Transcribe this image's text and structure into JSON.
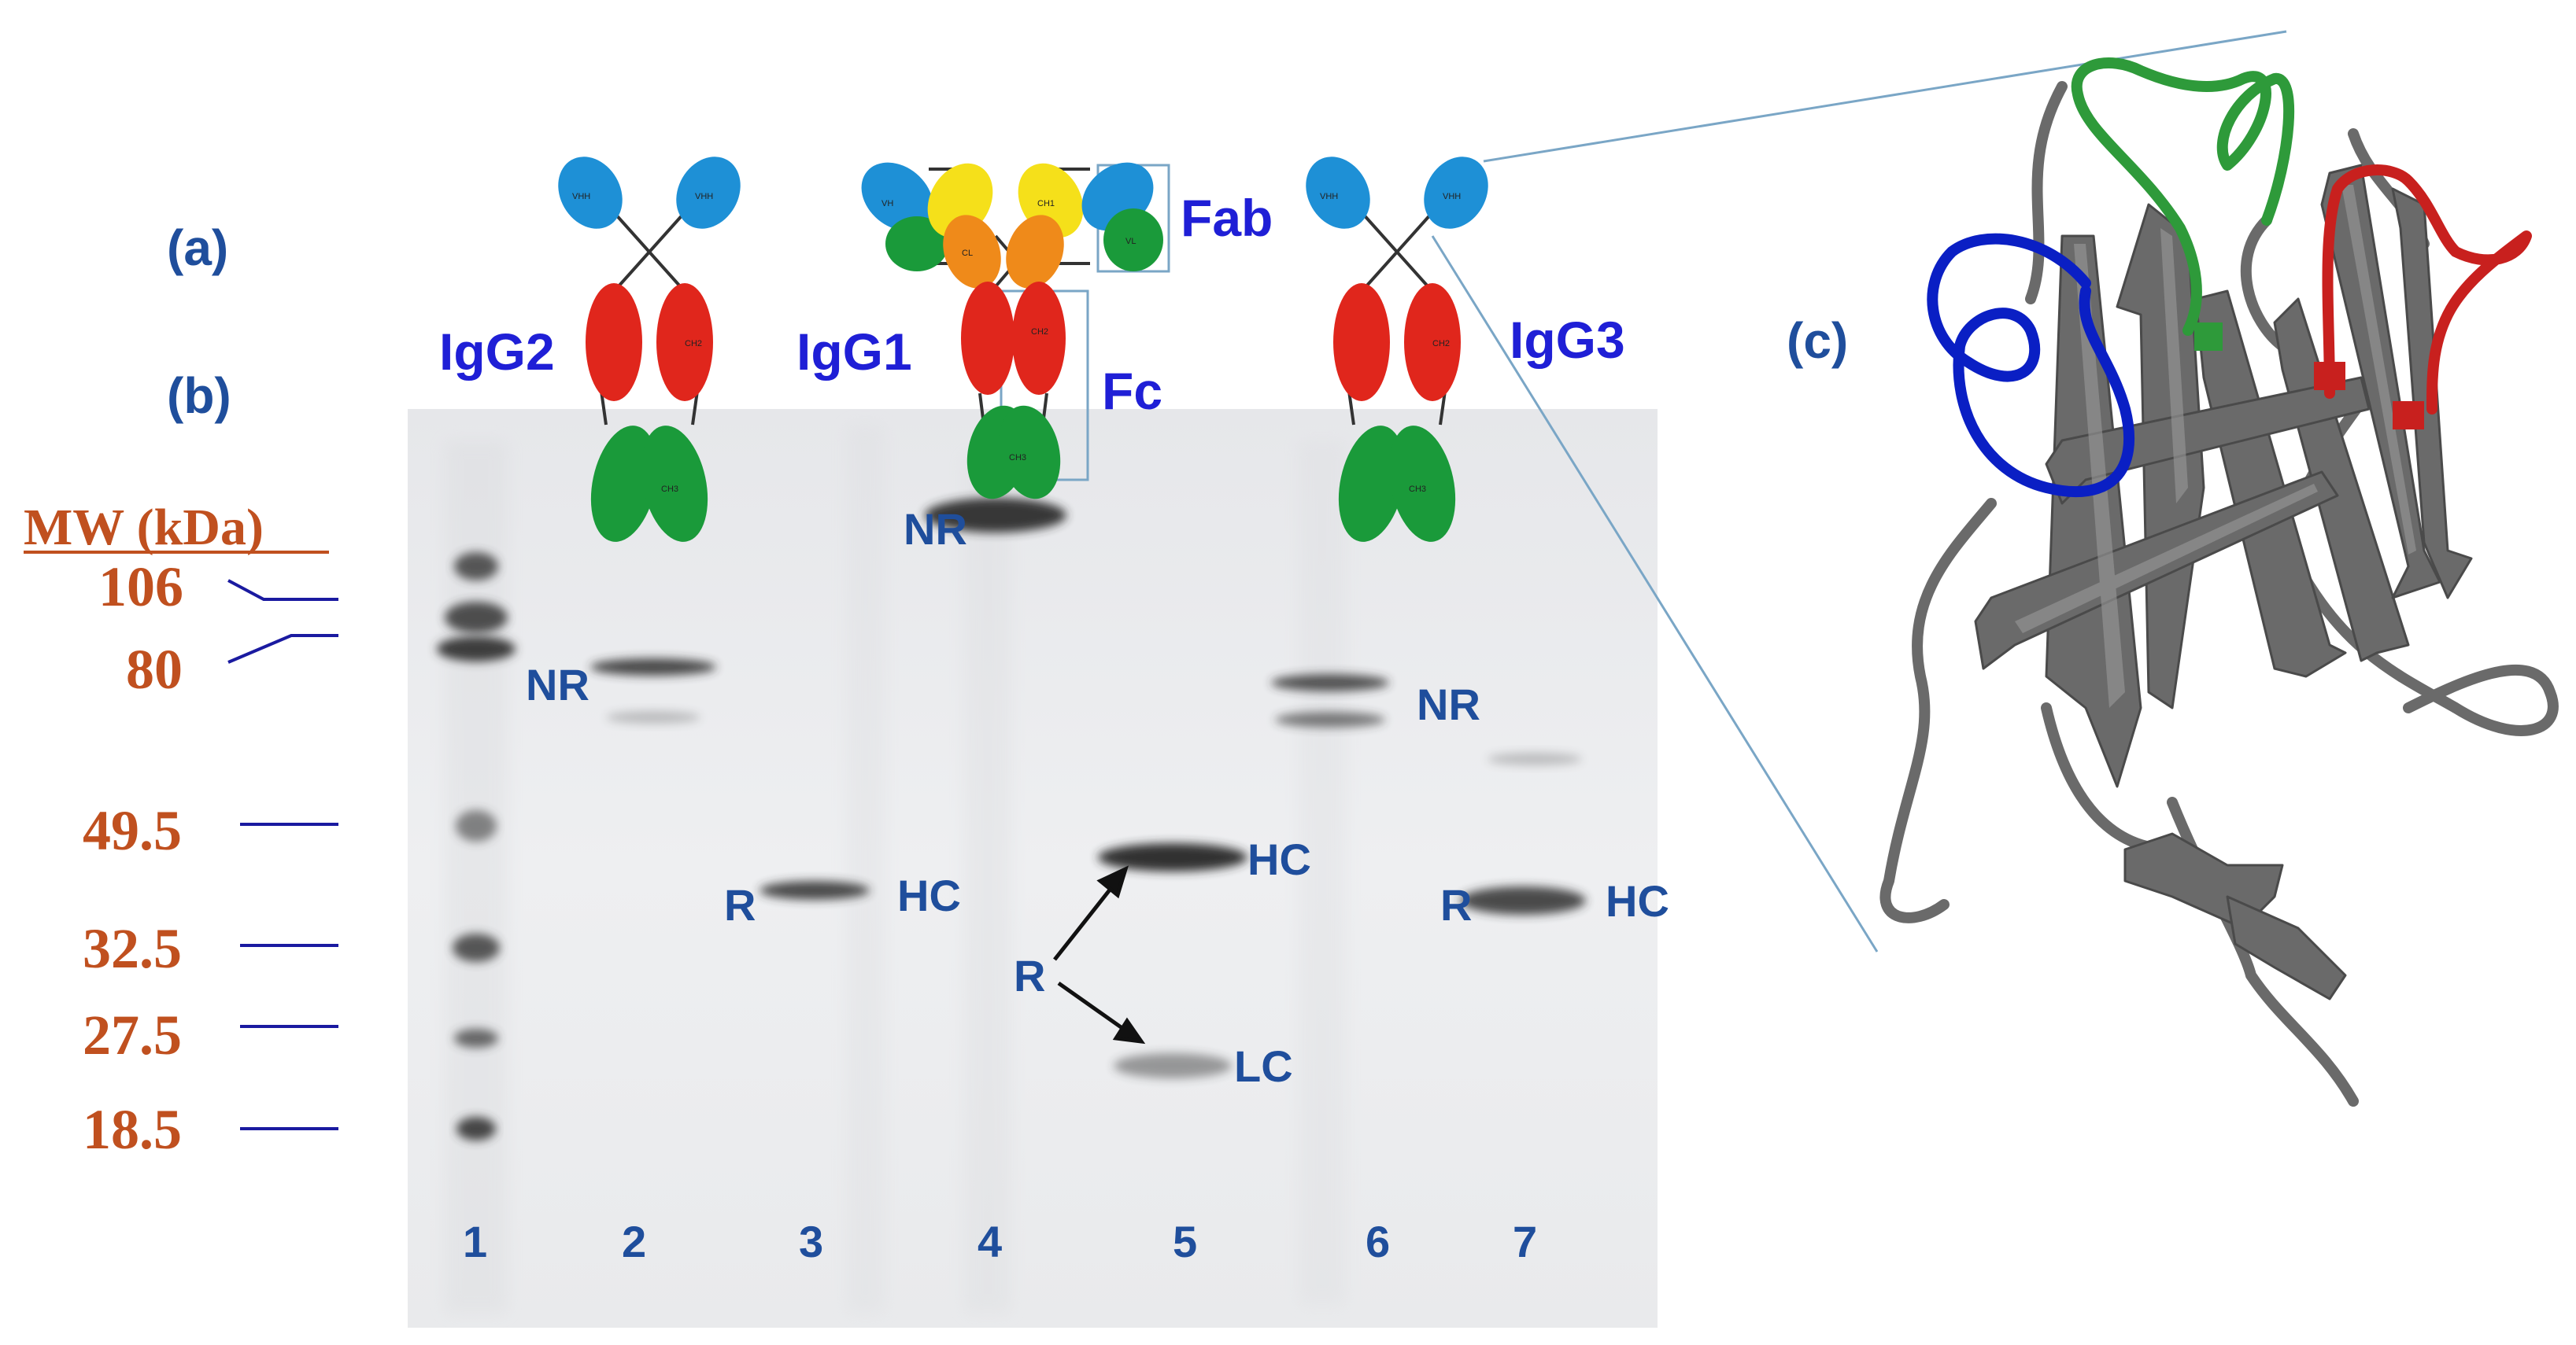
{
  "panel_labels": {
    "a": "(a)",
    "b": "(b)",
    "c": "(c)"
  },
  "isotypes": {
    "igg2": "IgG2",
    "igg1": "IgG1",
    "igg3": "IgG3"
  },
  "region_labels": {
    "fab": "Fab",
    "fc": "Fc"
  },
  "domains": {
    "vhh": "VHH",
    "ch2": "CH2",
    "ch3": "CH3",
    "vh": "VH",
    "cl": "CL",
    "ch1": "CH1",
    "vl": "VL"
  },
  "mw": {
    "heading": "MW (kDa)",
    "markers": [
      "106",
      "80",
      "49.5",
      "32.5",
      "27.5",
      "18.5"
    ]
  },
  "bands": {
    "nr": "NR",
    "r": "R",
    "hc": "HC",
    "lc": "LC"
  },
  "lanes": [
    "1",
    "2",
    "3",
    "4",
    "5",
    "6",
    "7"
  ],
  "colors": {
    "domain_blue": "#1e90d6",
    "domain_red": "#e0261c",
    "domain_green": "#1a9a3a",
    "domain_yellow": "#f5e01a",
    "domain_orange": "#ef8a1a",
    "loop_blue": "#0a1fc4",
    "loop_green": "#2e9a3a",
    "loop_red": "#c8201e",
    "strand_gray": "#6a6a6a"
  }
}
